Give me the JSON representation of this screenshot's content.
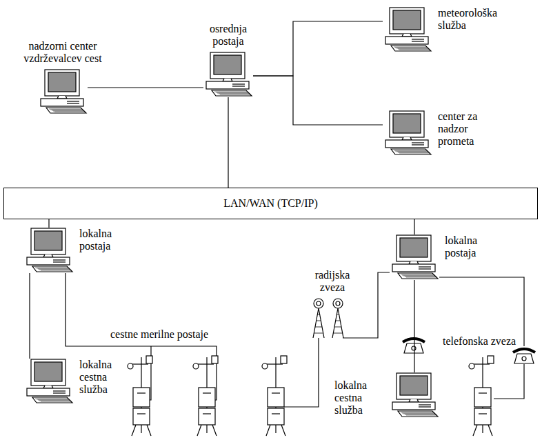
{
  "diagram": {
    "nodes": [
      {
        "text": [
          "nadzorni center vzdrževalcev cest"
        ]
      },
      {
        "text": [
          "osrednja postaja"
        ]
      },
      {
        "text": [
          "meteorološka služba"
        ]
      },
      {
        "text": [
          "center za nadzor prometa"
        ]
      },
      {
        "text": [
          "LAN/WAN (TCP/IP)"
        ]
      },
      {
        "text": [
          "lokalna postaja"
        ]
      },
      {
        "text": [
          "lokalna postaja"
        ]
      },
      {
        "text": [
          "lokalna cestna služba"
        ]
      },
      {
        "text": [
          "lokalna cestna služba"
        ]
      }
    ],
    "edges": [
      {
        "from": 0,
        "to": 1,
        "arrow": "none"
      },
      {
        "from": 1,
        "to": 2,
        "arrow": "none"
      },
      {
        "from": 1,
        "to": 3,
        "arrow": "none"
      },
      {
        "from": 1,
        "to": 4,
        "arrow": "none"
      },
      {
        "from": 4,
        "to": 5,
        "arrow": "none"
      },
      {
        "from": 4,
        "to": 6,
        "arrow": "none"
      },
      {
        "from": 5,
        "to": 7,
        "arrow": "none"
      },
      {
        "from": 6,
        "to": 8,
        "arrow": "none"
      }
    ],
    "labels": [
      "cestne merilne postaje",
      "radijska zveza",
      "telefonska zveza"
    ]
  }
}
